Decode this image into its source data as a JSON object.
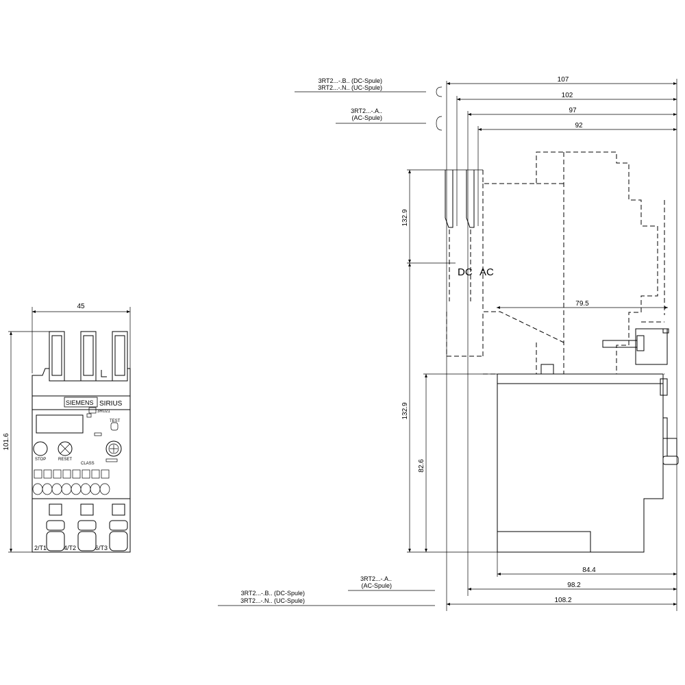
{
  "front_view": {
    "dim_width": "45",
    "dim_height": "101.6",
    "brand_siemens": "SIEMENS",
    "brand_sirius": "SIRIUS",
    "model": "3RU21",
    "test_label": "TEST",
    "stop_label": "STOP",
    "reset_label": "RESET",
    "class_label": "CLASS",
    "terminals": [
      "2/T1",
      "4/T2",
      "6/T3"
    ]
  },
  "side_view": {
    "top_dims": [
      "107",
      "102",
      "97",
      "92"
    ],
    "dc_label": "DC",
    "ac_label": "AC",
    "dim_upper_height": "132.9",
    "dim_lower_height": "132.9",
    "dim_82_6": "82.6",
    "dim_79_5": "79.5",
    "bottom_dims": [
      "84.4",
      "98.2",
      "108.2"
    ],
    "top_note_dc_1": "3RT2...-.B.. (DC-Spule)",
    "top_note_dc_2": "3RT2...-.N.. (UC-Spule)",
    "top_note_ac_1": "3RT2...-.A..",
    "top_note_ac_2": "(AC-Spule)",
    "bottom_note_ac_1": "3RT2...-.A..",
    "bottom_note_ac_2": "(AC-Spule)",
    "bottom_note_dc_1": "3RT2...-.B.. (DC-Spule)",
    "bottom_note_dc_2": "3RT2...-.N.. (UC-Spule)"
  }
}
